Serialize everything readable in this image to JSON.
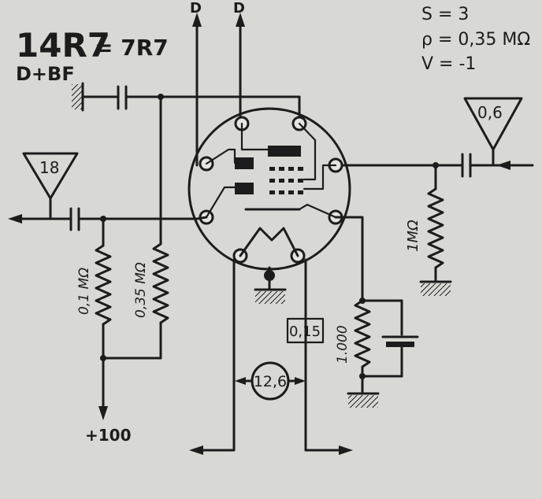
{
  "header": {
    "tube": "14R7",
    "equivalent": "= 7R7",
    "function": "D+BF"
  },
  "specs": {
    "s": "S = 3",
    "rho": "ρ = 0,35 MΩ",
    "v": "V = -1"
  },
  "labels": {
    "diode_top_1": "D",
    "diode_top_2": "D",
    "input_gain": "18",
    "output_gain": "0,6",
    "r_01": "0,1 MΩ",
    "r_035": "0,35 MΩ",
    "r_1m": "1MΩ",
    "r_cathode": "1.000",
    "heater_current": "0,15",
    "heater_voltage": "12,6",
    "supply": "+100"
  }
}
